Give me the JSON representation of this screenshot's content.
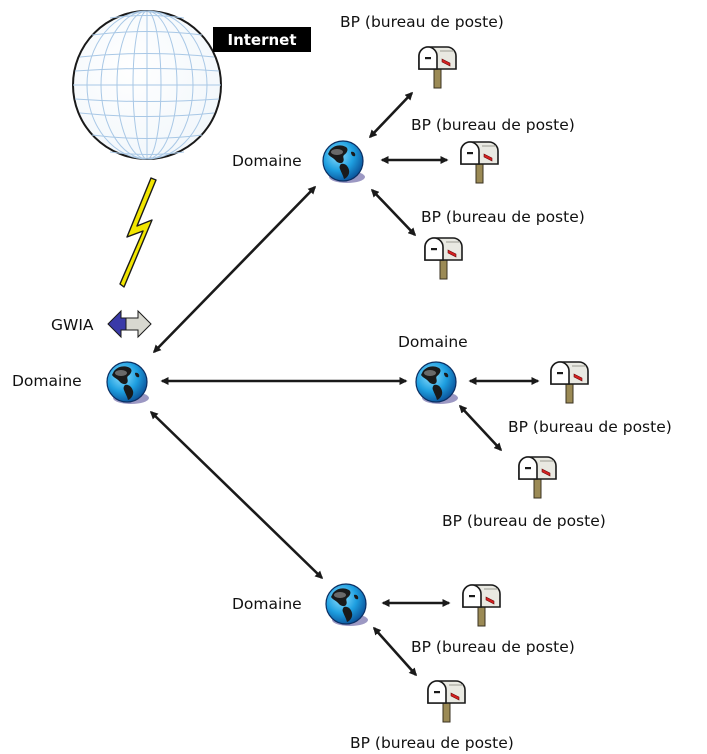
{
  "diagram": {
    "internet_label": "Internet",
    "gwia_label": "GWIA",
    "domain_label": "Domaine",
    "post_office_label": "BP (bureau de poste)"
  },
  "colors": {
    "globe_ocean": "#1e9fe0",
    "globe_land": "#1a1a1a",
    "lightning": "#f2e600",
    "gwia_arrow_left": "#3a3aa8",
    "gwia_arrow_right": "#d8d8d0",
    "mailbox_flag": "#d42020"
  }
}
